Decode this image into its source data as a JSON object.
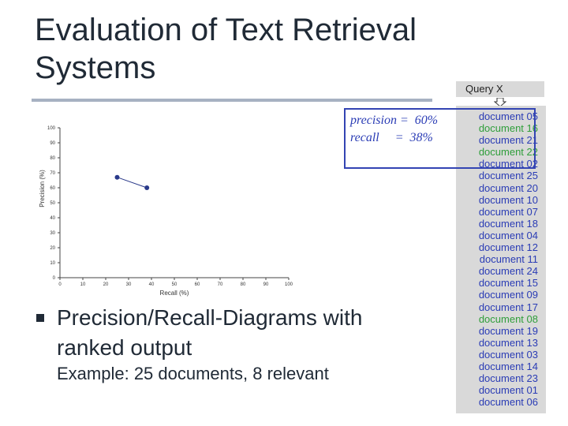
{
  "title": "Evaluation of Text Retrieval Systems",
  "query_label": "Query X",
  "formula": {
    "precision_line": "precision =  60%",
    "recall_line": "recall     =  38%"
  },
  "documents": [
    {
      "label": "document 05",
      "relevant": false
    },
    {
      "label": "document 16",
      "relevant": true
    },
    {
      "label": "document 21",
      "relevant": false
    },
    {
      "label": "document 22",
      "relevant": true
    },
    {
      "label": "document 02",
      "relevant": false
    },
    {
      "label": "document 25",
      "relevant": false
    },
    {
      "label": "document 20",
      "relevant": false
    },
    {
      "label": "document 10",
      "relevant": false
    },
    {
      "label": "document 07",
      "relevant": false
    },
    {
      "label": "document 18",
      "relevant": false
    },
    {
      "label": "document 04",
      "relevant": false
    },
    {
      "label": "document 12",
      "relevant": false
    },
    {
      "label": "document 11",
      "relevant": false
    },
    {
      "label": "document 24",
      "relevant": false
    },
    {
      "label": "document 15",
      "relevant": false
    },
    {
      "label": "document 09",
      "relevant": false
    },
    {
      "label": "document 17",
      "relevant": false
    },
    {
      "label": "document 08",
      "relevant": true
    },
    {
      "label": "document 19",
      "relevant": false
    },
    {
      "label": "document 13",
      "relevant": false
    },
    {
      "label": "document 03",
      "relevant": false
    },
    {
      "label": "document 14",
      "relevant": false
    },
    {
      "label": "document 23",
      "relevant": false
    },
    {
      "label": "document 01",
      "relevant": false
    },
    {
      "label": "document 06",
      "relevant": false
    }
  ],
  "colors": {
    "relevant": "#2f9e3a",
    "nonrelevant": "#2a3cb5",
    "highlight": "#3344b3",
    "point": "#2a3a8a"
  },
  "bullet": {
    "text": "Precision/Recall-Diagrams with ranked output",
    "example": "Example: 25 documents, 8 relevant"
  },
  "chart_data": {
    "type": "line",
    "xlabel": "Recall (%)",
    "ylabel": "Precision (%)",
    "xlim": [
      0,
      100
    ],
    "ylim": [
      0,
      100
    ],
    "xticks": [
      0,
      10,
      20,
      30,
      40,
      50,
      60,
      70,
      80,
      90,
      100
    ],
    "yticks": [
      0,
      10,
      20,
      30,
      40,
      50,
      60,
      70,
      80,
      90,
      100
    ],
    "grid": false,
    "points": [
      {
        "x": 25,
        "y": 67
      },
      {
        "x": 38,
        "y": 60
      }
    ]
  }
}
